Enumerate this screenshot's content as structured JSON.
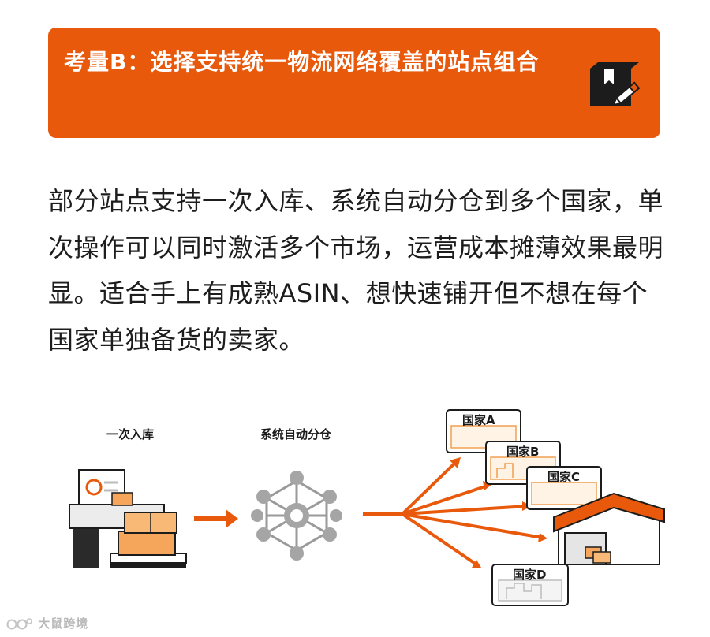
{
  "banner": {
    "title": "考量B：选择支持统一物流网络覆盖的站点组合",
    "icon": "box-pencil-icon"
  },
  "body": {
    "paragraph": "部分站点支持一次入库、系统自动分仓到多个国家，单次操作可以同时激活多个市场，运营成本摊薄效果最明显。适合手上有成熟ASIN、想快速铺开但不想在每个国家单独备货的卖家。"
  },
  "diagram": {
    "step1_label": "一次入库",
    "step2_label": "系统自动分仓",
    "cards": [
      "国家A",
      "国家B",
      "国家C",
      "国家D"
    ],
    "accent_color": "#e8590c"
  },
  "watermark": {
    "text": "大鼠跨境"
  }
}
